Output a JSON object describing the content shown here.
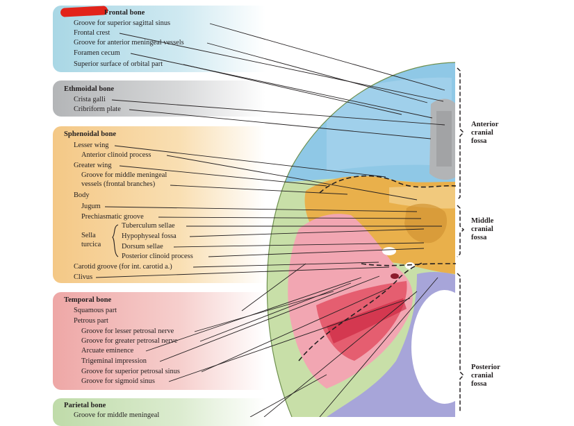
{
  "colors": {
    "frontal": "#a9d7e5",
    "ethmoidal": "#b3b5b7",
    "sphenoid": "#f4c886",
    "temporal": "#eea7a6",
    "parietal": "#bfdba9",
    "occipital": "#a8a6d8",
    "redaction": "#e2231a"
  },
  "groups": {
    "frontal": {
      "heading": "Frontal bone",
      "items": [
        "Groove for superior sagittal sinus",
        "Frontal crest",
        "Groove for anterior meningeal vessels",
        "Foramen cecum",
        "Superior surface of orbital part"
      ]
    },
    "ethmoidal": {
      "heading": "Ethmoidal bone",
      "items": [
        "Crista galli",
        "Cribriform plate"
      ]
    },
    "sphenoid": {
      "heading": "Sphenoidal bone",
      "items": [
        "Lesser wing",
        "Anterior clinoid process",
        "Greater wing",
        "Groove for middle meningeal",
        "vessels (frontal branches)",
        "Body",
        "Jugum",
        "Prechiasmatic groove",
        "Tuberculum sellae",
        "Hypophyseal fossa",
        "Dorsum sellae",
        "Posterior clinoid process",
        "Carotid groove (for int. carotid a.)",
        "Clivus"
      ],
      "sella_label": [
        "Sella",
        "turcica"
      ]
    },
    "temporal": {
      "heading": "Temporal bone",
      "items": [
        "Squamous part",
        "Petrous part",
        "Groove for lesser petrosal nerve",
        "Groove for greater petrosal nerve",
        "Arcuate eminence",
        "Trigeminal impression",
        "Groove for superior petrosal sinus",
        "Groove for sigmoid sinus"
      ]
    },
    "parietal": {
      "heading": "Parietal bone",
      "items": [
        "Groove for middle meningeal"
      ]
    }
  },
  "fossae": [
    [
      "Anterior",
      "cranial",
      "fossa"
    ],
    [
      "Middle",
      "cranial",
      "fossa"
    ],
    [
      "Posterior",
      "cranial",
      "fossa"
    ]
  ]
}
